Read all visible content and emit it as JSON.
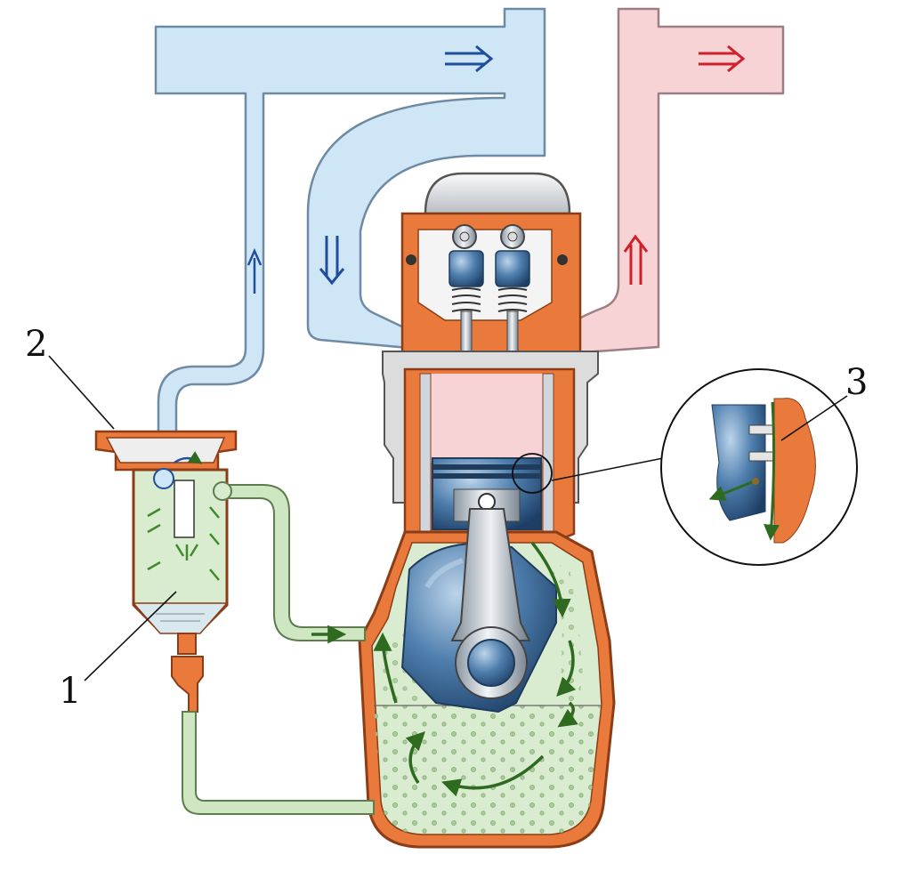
{
  "labels": {
    "separator_body": "1",
    "separator_cap": "2",
    "piston_detail": "3"
  },
  "colors": {
    "intake": "#cfe6f7",
    "intake_stroke": "#6f8aa3",
    "intake_arrow": "#1f4f9c",
    "exhaust": "#f7d3d6",
    "exhaust_arrow": "#d0202a",
    "casting": "#ea7a3c",
    "casting_stroke": "#8a3d16",
    "oil": "#d9eccf",
    "oil_arrow": "#2e6a1f",
    "metal_blue": "#3d6d9c",
    "steel": "#c8cfd6"
  }
}
